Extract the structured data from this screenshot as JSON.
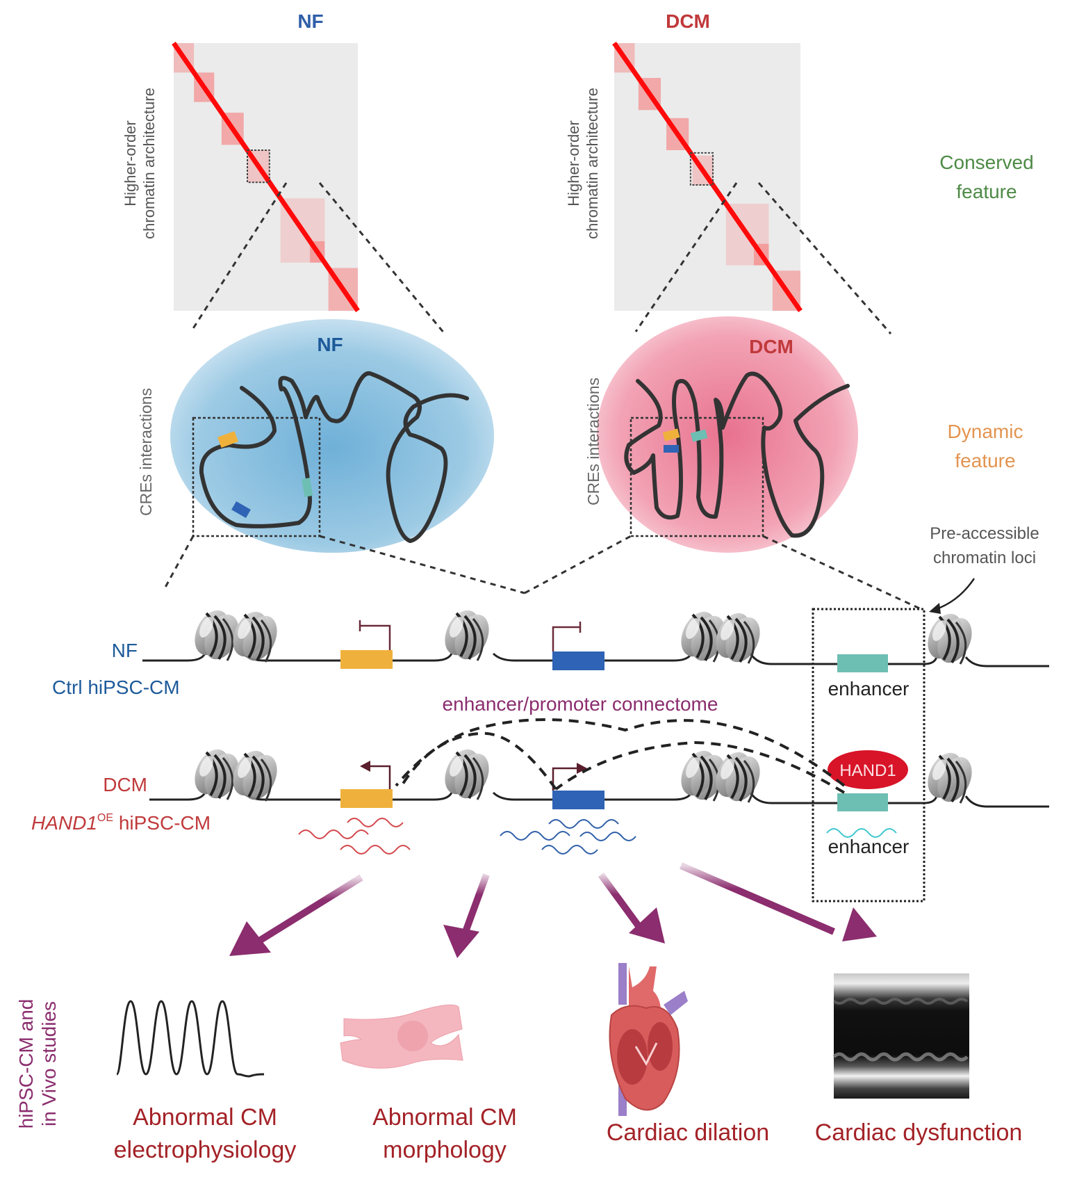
{
  "colors": {
    "nf_blue": "#2f5fa8",
    "dcm_red": "#c0393b",
    "conserved_green": "#4d8a45",
    "dynamic_orange": "#e39450",
    "purple": "#8b2d6e",
    "dark_red_text": "#a32227",
    "gene_yellow": "#f0b13c",
    "gene_blue": "#2f63b5",
    "enhancer_teal": "#6dbfb3",
    "hand1_red": "#d81428",
    "heatmap_red": "#ff1a1a",
    "heatmap_bg": "#ebebeb",
    "nf_nucleus": "#7fb8da",
    "dcm_nucleus": "#ec8aa0"
  },
  "heatmaps": {
    "nf": {
      "title": "NF",
      "axis_label_line1": "Higher-order",
      "axis_label_line2": "chromatin architecture"
    },
    "dcm": {
      "title": "DCM",
      "axis_label_line1": "Higher-order",
      "axis_label_line2": "chromatin architecture"
    },
    "feature_label_line1": "Conserved",
    "feature_label_line2": "feature"
  },
  "nuclei": {
    "nf": {
      "title": "NF",
      "axis_label": "CREs interactions"
    },
    "dcm": {
      "title": "DCM",
      "axis_label": "CREs interactions"
    },
    "feature_label_line1": "Dynamic",
    "feature_label_line2": "feature"
  },
  "callout": {
    "line1": "Pre-accessible",
    "line2": "chromatin loci"
  },
  "tracks": {
    "nf": {
      "label": "NF",
      "sublabel": "Ctrl hiPSC-CM",
      "enhancer_label": "enhancer"
    },
    "connectome_label": "enhancer/promoter connectome",
    "dcm": {
      "label": "DCM",
      "sublabel_gene": "HAND1",
      "sublabel_sup": "OE",
      "sublabel_rest": " hiPSC-CM",
      "enhancer_label": "enhancer",
      "tf_label": "HAND1"
    }
  },
  "outcomes": {
    "side_label_line1": "hiPSC-CM and",
    "side_label_line2": "in Vivo studies",
    "items": [
      {
        "line1": "Abnormal CM",
        "line2": "electrophysiology",
        "icon": "waveform-icon"
      },
      {
        "line1": "Abnormal CM",
        "line2": "morphology",
        "icon": "cardiomyocyte-icon"
      },
      {
        "line1": "Cardiac dilation",
        "line2": "",
        "icon": "heart-icon"
      },
      {
        "line1": "Cardiac dysfunction",
        "line2": "",
        "icon": "echocardiogram-icon"
      }
    ]
  }
}
